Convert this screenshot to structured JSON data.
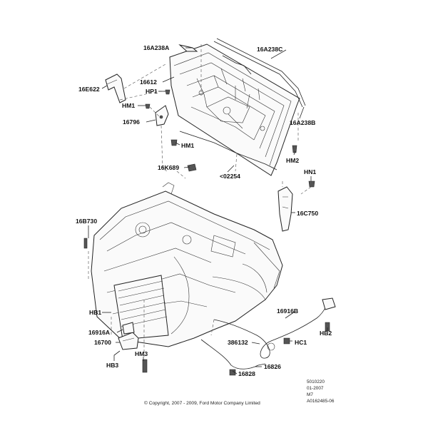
{
  "callouts": {
    "p16A238A": "16A238A",
    "p16A238C": "16A238C",
    "p16612": "16612",
    "hp1": "HP1",
    "p16E622": "16E622",
    "hm1_top": "HM1",
    "p16796": "16796",
    "hm1_mid": "HM1",
    "p16A238B": "16A238B",
    "hm2": "HM2",
    "p16K689": "16K689",
    "p02254": "<02254",
    "hn1": "HN1",
    "p16C750": "16C750",
    "p16B730": "16B730",
    "hb1": "HB1",
    "p16916A": "16916A",
    "p16700": "16700",
    "hb3": "HB3",
    "hm3": "HM3",
    "p16916B": "16916B",
    "hb2": "HB2",
    "p386132": "386132",
    "hc1": "HC1",
    "p16826": "16826",
    "p16828": "16828"
  },
  "meta": {
    "code": "5010220",
    "date": "01-2007",
    "model": "M7",
    "ref": "A0162485-06"
  },
  "copyright": "© Copyright, 2007 - 2009, Ford Motor Company Limited"
}
